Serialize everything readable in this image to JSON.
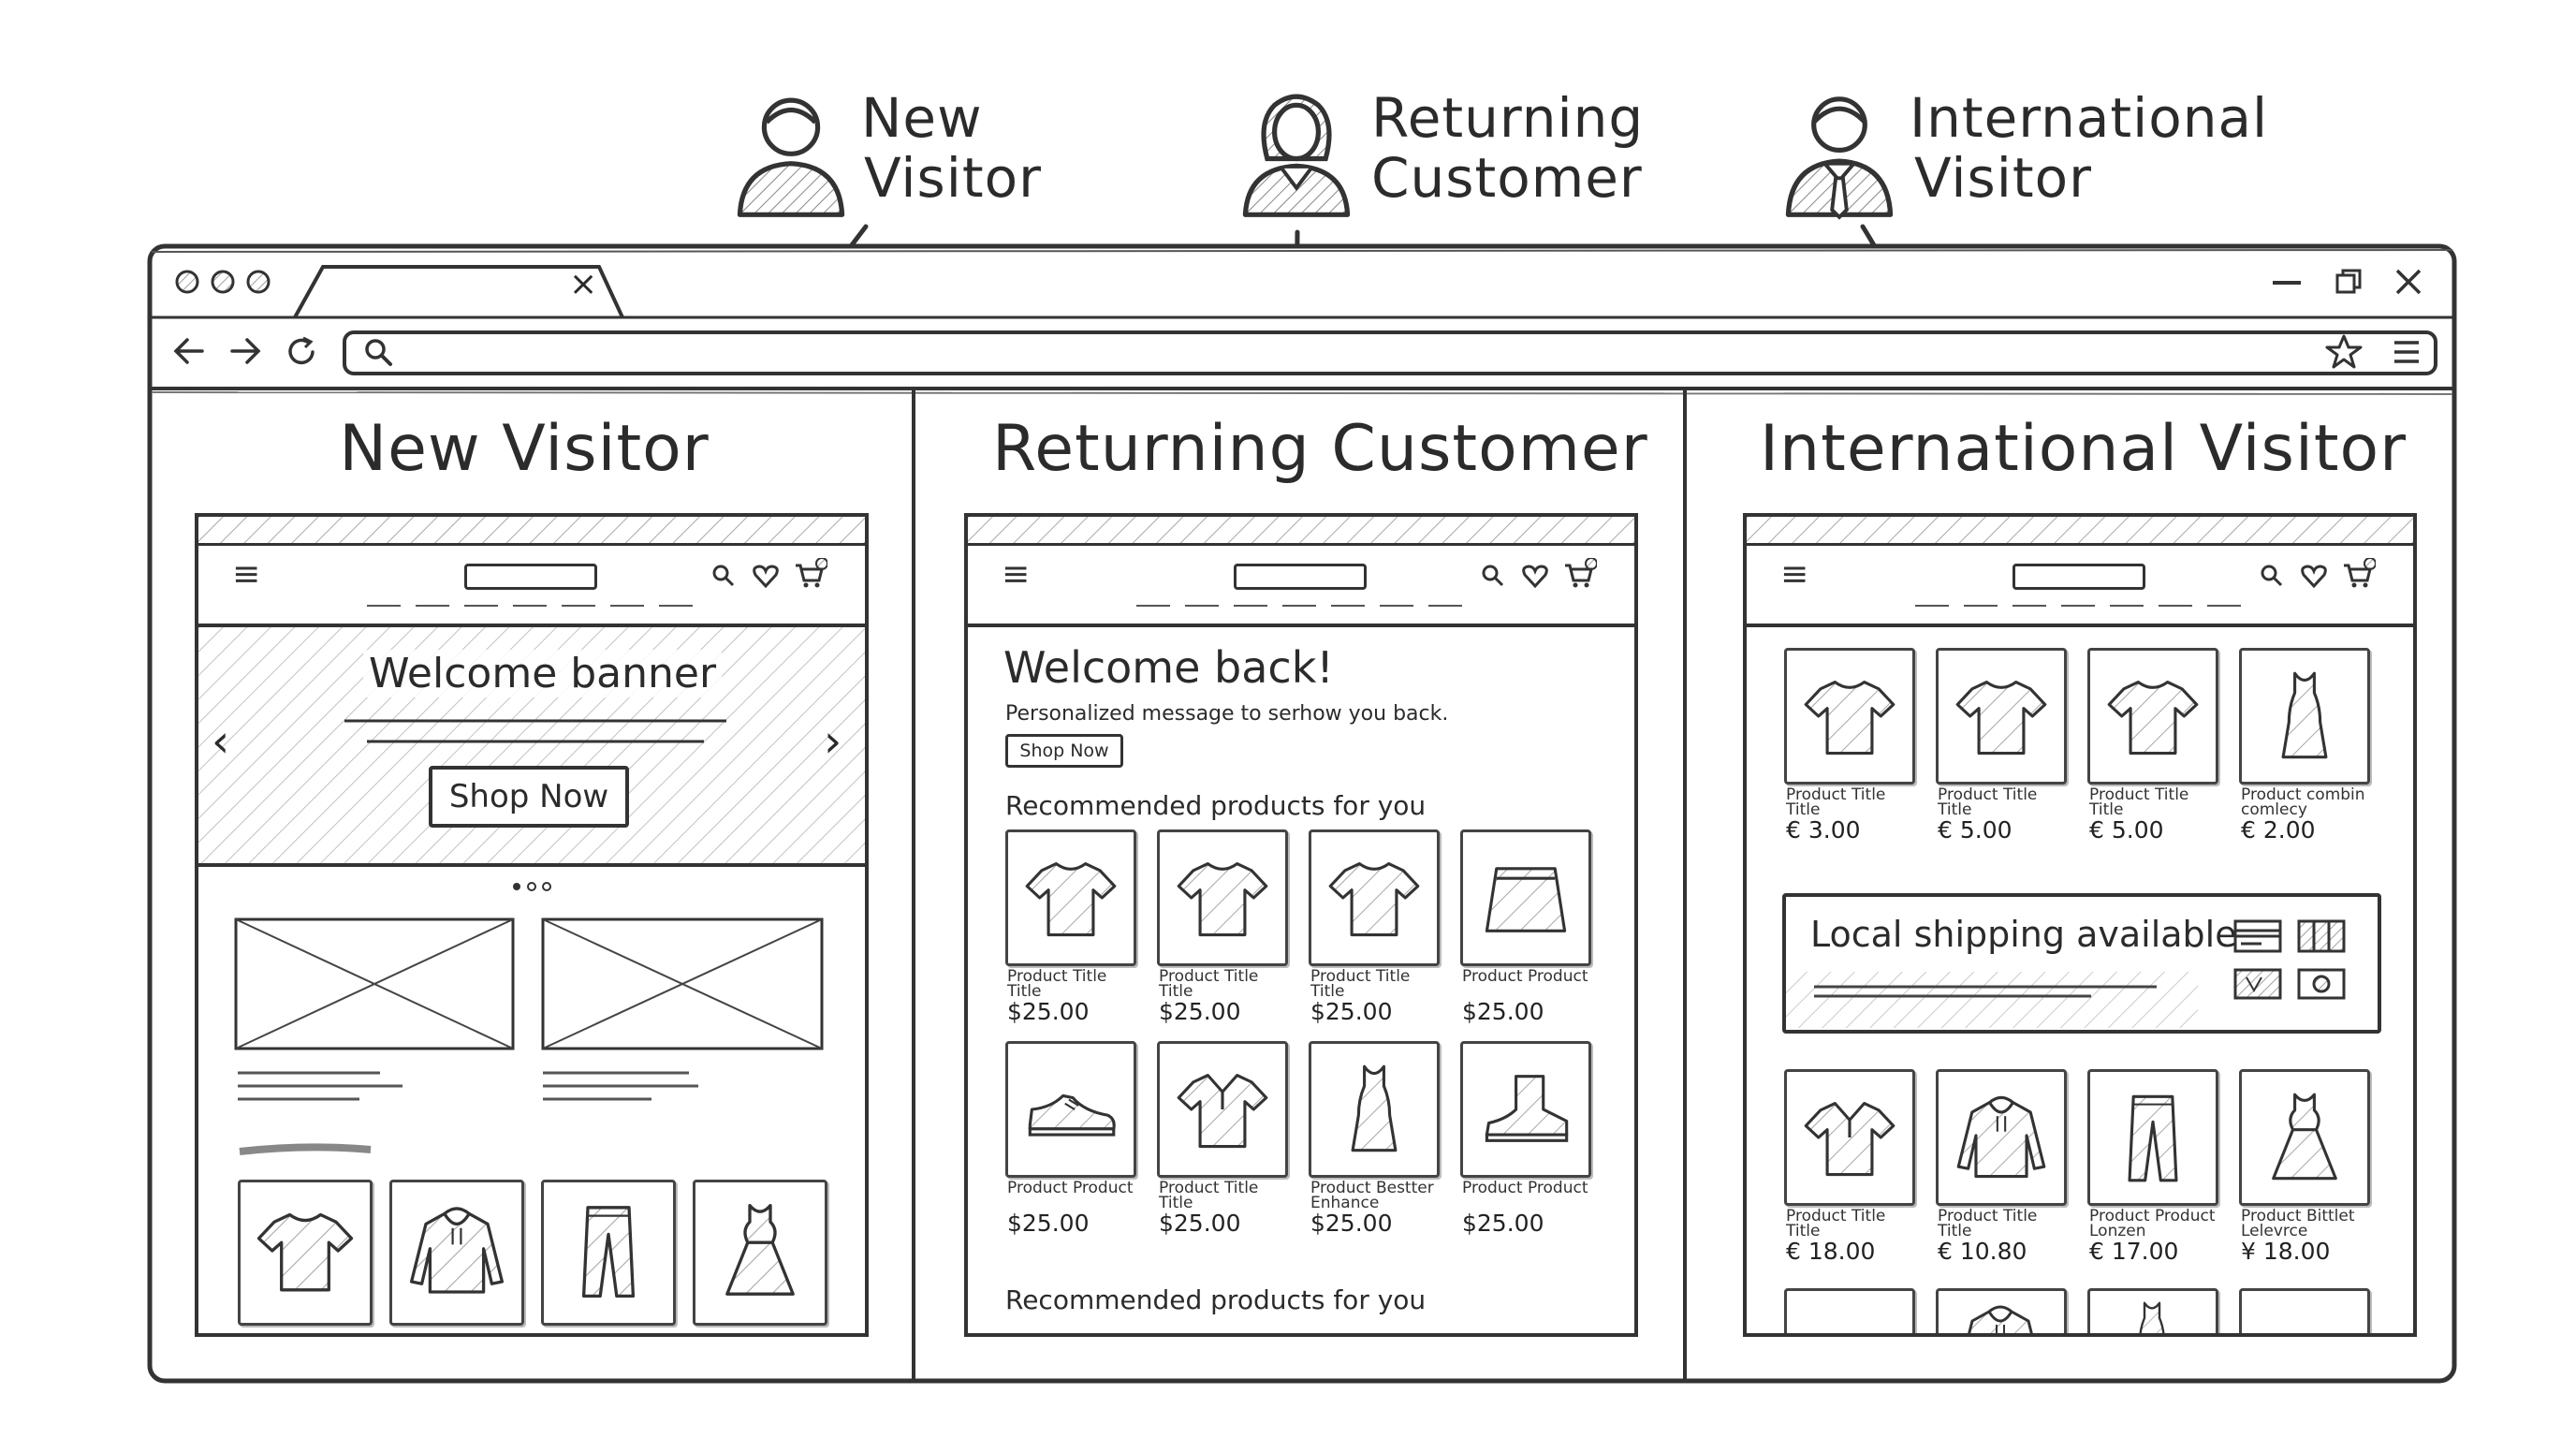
{
  "personas": [
    {
      "line1": "New",
      "line2": "Visitor"
    },
    {
      "line1": "Returning",
      "line2": "Customer"
    },
    {
      "line1": "International",
      "line2": "Visitor"
    }
  ],
  "browser": {
    "tab_close": "×",
    "window_controls": [
      "minimize-icon",
      "maximize-icon",
      "close-icon"
    ],
    "nav_icons": [
      "back-arrow-icon",
      "forward-arrow-icon",
      "reload-icon",
      "search-icon",
      "star-icon",
      "menu-icon"
    ]
  },
  "panels": {
    "new": {
      "title": "New Visitor",
      "banner_title": "Welcome banner",
      "shop_now": "Shop Now",
      "carousel_prev": "‹",
      "carousel_next": "›",
      "products": [
        "tshirt-icon",
        "hoodie-icon",
        "pants-icon",
        "dress-icon"
      ]
    },
    "returning": {
      "title": "Returning Customer",
      "welcome": "Welcome back!",
      "message": "Personalized message to serhow you back.",
      "shop_now": "Shop Now",
      "section1": "Recommended products for you",
      "section2": "Recommended products for you",
      "row1": [
        {
          "cap1": "Product Title",
          "cap2": "Title",
          "price": "$25.00",
          "icon": "tshirt-icon"
        },
        {
          "cap1": "Product Title",
          "cap2": "Title",
          "price": "$25.00",
          "icon": "tshirt-icon"
        },
        {
          "cap1": "Product Title",
          "cap2": "Title",
          "price": "$25.00",
          "icon": "tshirt-icon"
        },
        {
          "cap1": "Product Product",
          "cap2": "",
          "price": "$25.00",
          "icon": "skirt-icon"
        }
      ],
      "row2": [
        {
          "cap1": "Product Product",
          "cap2": "",
          "price": "$25.00",
          "icon": "sneaker-icon"
        },
        {
          "cap1": "Product Title",
          "cap2": "Title",
          "price": "$25.00",
          "icon": "polo-icon"
        },
        {
          "cap1": "Product Bestter",
          "cap2": "Enhance",
          "price": "$25.00",
          "icon": "tank-dress-icon"
        },
        {
          "cap1": "Product Product",
          "cap2": "",
          "price": "$25.00",
          "icon": "boot-icon"
        }
      ]
    },
    "international": {
      "title": "International Visitor",
      "shipping": "Local shipping available!",
      "row1": [
        {
          "cap1": "Product Title",
          "cap2": "Title",
          "price": "€ 3.00",
          "icon": "tshirt-icon"
        },
        {
          "cap1": "Product Title",
          "cap2": "Title",
          "price": "€ 5.00",
          "icon": "tshirt-icon"
        },
        {
          "cap1": "Product Title",
          "cap2": "Title",
          "price": "€ 5.00",
          "icon": "tshirt-icon"
        },
        {
          "cap1": "Product combin",
          "cap2": "comlecy",
          "price": "€ 2.00",
          "icon": "tank-dress-icon"
        }
      ],
      "row2": [
        {
          "cap1": "Product Title",
          "cap2": "Title",
          "price": "€ 18.00",
          "icon": "polo-icon"
        },
        {
          "cap1": "Product Title",
          "cap2": "Title",
          "price": "€ 10.80",
          "icon": "hoodie-icon"
        },
        {
          "cap1": "Product Product",
          "cap2": "Lonzen",
          "price": "€ 17.00",
          "icon": "pants-icon"
        },
        {
          "cap1": "Product Bittlet",
          "cap2": "Lelevrce",
          "price": "¥ 18.00",
          "icon": "dress-icon"
        }
      ]
    }
  },
  "colors": {
    "ink": "#2b2b2b",
    "paper": "#ffffff",
    "hatch": "#9a9a9a"
  }
}
